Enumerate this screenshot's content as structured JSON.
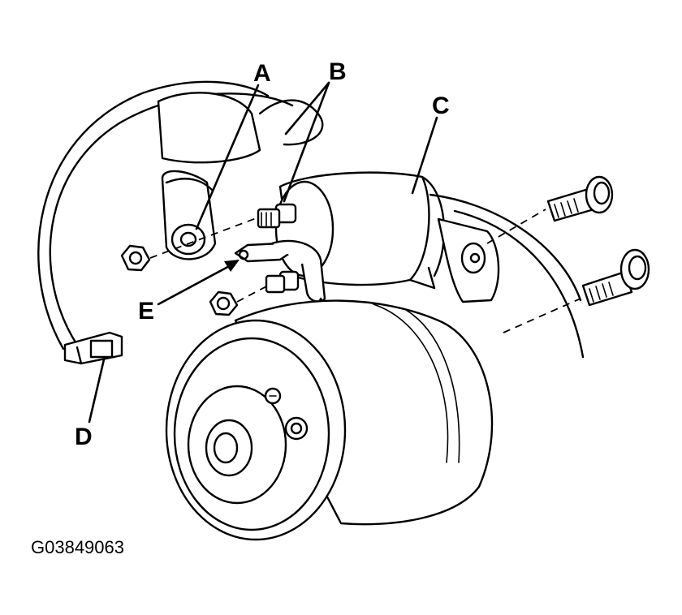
{
  "callouts": {
    "a": "A",
    "b": "B",
    "c": "C",
    "d": "D",
    "e": "E"
  },
  "figure_id": "G03849063"
}
